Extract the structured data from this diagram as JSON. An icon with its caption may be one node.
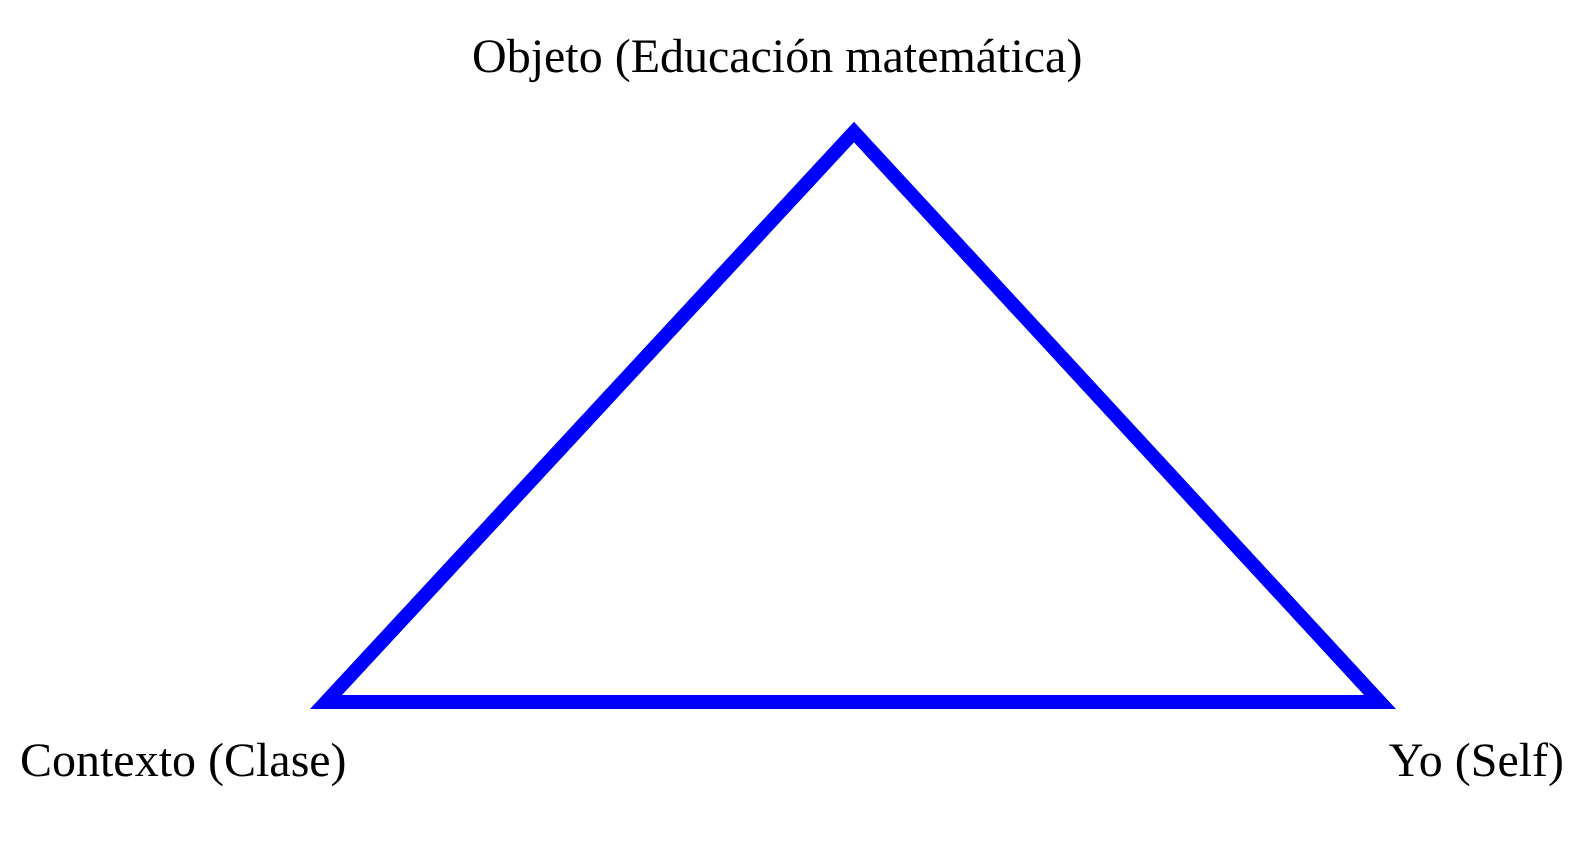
{
  "diagram": {
    "labels": [
      "Objeto (Educación matemática)",
      "Contexto (Clase)",
      "Yo (Self)"
    ]
  }
}
